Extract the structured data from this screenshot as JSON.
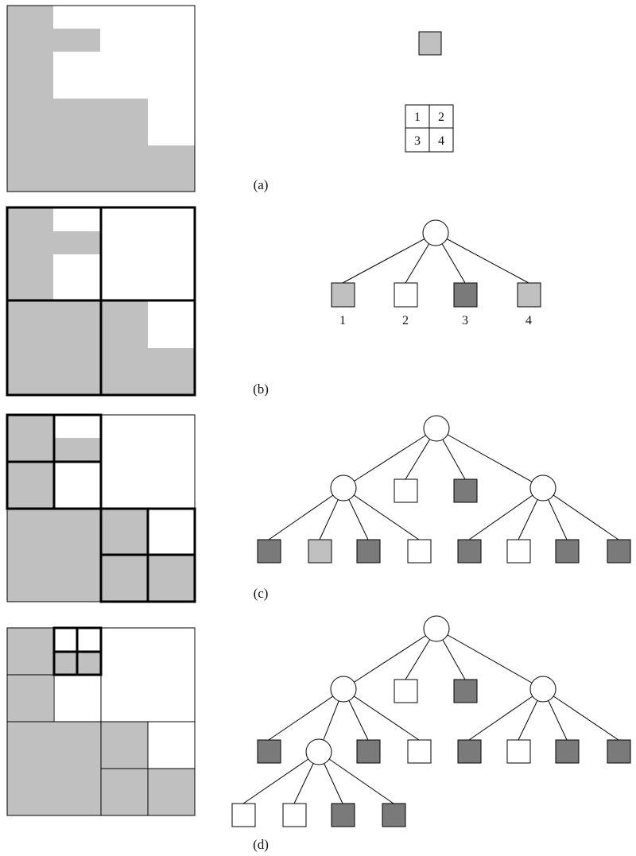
{
  "colors": {
    "partial": "#c0c0c0",
    "full": "#7a7a7a",
    "empty": "#ffffff",
    "stroke": "#000000"
  },
  "panel_labels": [
    "(a)",
    "(b)",
    "(c)",
    "(d)"
  ],
  "legend_quadrant_numbers": [
    "1",
    "2",
    "3",
    "4"
  ],
  "tree_b_leaf_labels": [
    "1",
    "2",
    "3",
    "4"
  ]
}
